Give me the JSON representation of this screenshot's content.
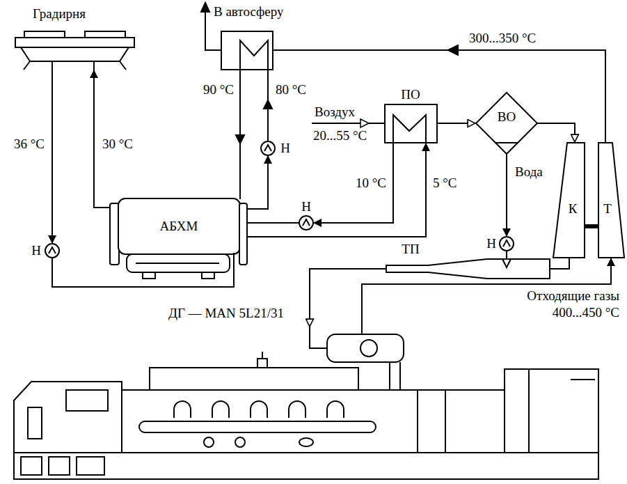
{
  "diagram": {
    "nodes": [
      {
        "text": [
          "Градирня"
        ]
      },
      {
        "text": [
          "ПО"
        ]
      },
      {
        "text": [
          "ВО"
        ]
      },
      {
        "text": [
          "Н"
        ]
      },
      {
        "text": [
          "Н"
        ]
      },
      {
        "text": [
          "АБХМ"
        ]
      },
      {
        "text": [
          "Н"
        ]
      },
      {
        "text": [
          "Н"
        ]
      },
      {
        "text": [
          "К"
        ]
      },
      {
        "text": [
          "Т"
        ]
      },
      {
        "text": [
          "ТП"
        ]
      },
      {
        "text": [
          "ДГ — MAN 5L21/31"
        ]
      }
    ],
    "edges": [
      {
        "from": 0,
        "to": 3,
        "arrow": "to"
      },
      {
        "from": 3,
        "to": 5,
        "arrow": "none"
      },
      {
        "from": 5,
        "to": 0,
        "arrow": "to"
      },
      {
        "from": 5,
        "to": 4,
        "arrow": "to"
      },
      {
        "from": 5,
        "to": 1,
        "arrow": "to"
      },
      {
        "from": 1,
        "to": 6,
        "arrow": "to"
      },
      {
        "from": 6,
        "to": 5,
        "arrow": "none"
      },
      {
        "from": 1,
        "to": 2,
        "arrow": "to"
      },
      {
        "from": 2,
        "to": 7,
        "arrow": "to"
      },
      {
        "from": 2,
        "to": 8,
        "arrow": "to"
      },
      {
        "from": 7,
        "to": 10,
        "arrow": "none"
      },
      {
        "from": 8,
        "to": 10,
        "arrow": "none"
      },
      {
        "from": 8,
        "to": 9,
        "arrow": "none"
      },
      {
        "from": 10,
        "to": 11,
        "arrow": "to"
      },
      {
        "from": 11,
        "to": 9,
        "arrow": "to"
      }
    ],
    "labels": [
      "В автосферу",
      "300...350 °C",
      "90 °C",
      "80 °C",
      "Воздух",
      "20...55 °C",
      "36 °C",
      "30 °C",
      "10 °C",
      "5 °C",
      "Вода",
      "Отходящие газы",
      "400...450 °C"
    ]
  }
}
